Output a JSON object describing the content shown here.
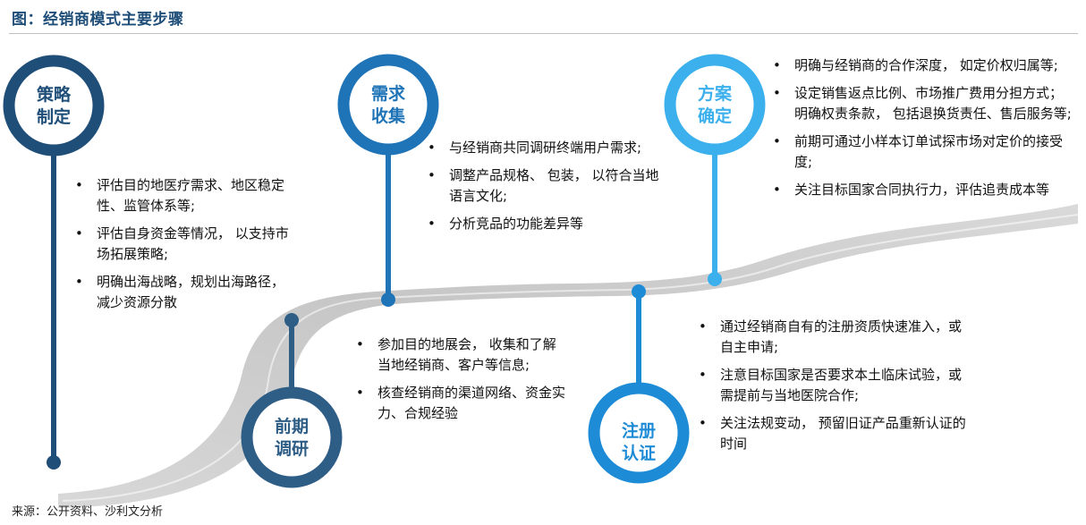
{
  "title": "图：经销商模式主要步骤",
  "steps": [
    {
      "id": "strategy",
      "label_lines": [
        "策略",
        "制定"
      ],
      "color": "#1F4E79",
      "bullets": [
        "评估目的地医疗需求、地区稳定性、监管体系等;",
        "评估自身资金等情况， 以支持市场拓展策略;",
        "明确出海战略，规划出海路径，减少资源分散"
      ]
    },
    {
      "id": "research",
      "label_lines": [
        "前期",
        "调研"
      ],
      "color": "#2E5D86",
      "bullets": [
        "参加目的地展会， 收集和了解当地经销商、客户等信息;",
        "核查经销商的渠道网络、资金实力、合规经验"
      ]
    },
    {
      "id": "demand",
      "label_lines": [
        "需求",
        "收集"
      ],
      "color": "#1F74B8",
      "bullets": [
        "与经销商共同调研终端用户需求;",
        "调整产品规格、 包装， 以符合当地语言文化;",
        "分析竞品的功能差异等"
      ]
    },
    {
      "id": "registration",
      "label_lines": [
        "注册",
        "认证"
      ],
      "color": "#1E8BD6",
      "bullets": [
        "通过经销商自有的注册资质快速准入，或自主申请;",
        "注意目标国家是否要求本土临床试验，或需提前与当地医院合作;",
        "关注法规变动， 预留旧证产品重新认证的时间"
      ]
    },
    {
      "id": "plan",
      "label_lines": [
        "方案",
        "确定"
      ],
      "color": "#3BB0EC",
      "bullets": [
        "明确与经销商的合作深度， 如定价权归属等;",
        "设定销售返点比例、市场推广费用分担方式； 明确权责条款， 包括退换货责任、售后服务等;",
        "前期可通过小样本订单试探市场对定价的接受度;",
        "关注目标国家合同执行力，评估追责成本等"
      ]
    }
  ],
  "source": "来源：公开资料、沙利文分析"
}
